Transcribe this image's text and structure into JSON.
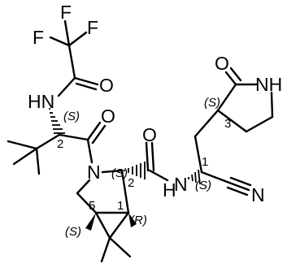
{
  "molecule": {
    "atoms": {
      "F_top": "F",
      "F_left": "F",
      "F_right": "F",
      "O_tfa": "O",
      "NH_tfa": "HN",
      "O_tle": "O",
      "N_pro": "N",
      "O_amide": "O",
      "NH_amide": "H",
      "NH_amide_n": "N",
      "N_nitrile": "N",
      "O_lactam": "O",
      "NH_lactam": "NH"
    },
    "locants": {
      "tle_alpha": "2",
      "pro_alpha": "2",
      "nitrile_alpha": "1",
      "lactam_c3": "3",
      "bicyclo_c5": "5",
      "bicyclo_c1": "1"
    },
    "stereo": {
      "tle_alpha": "(S)",
      "pro_alpha": "(S)",
      "nitrile_alpha": "(S)",
      "lactam_c3": "(S)",
      "bicyclo_c5": "(S)",
      "bicyclo_c1": "(R)"
    }
  }
}
